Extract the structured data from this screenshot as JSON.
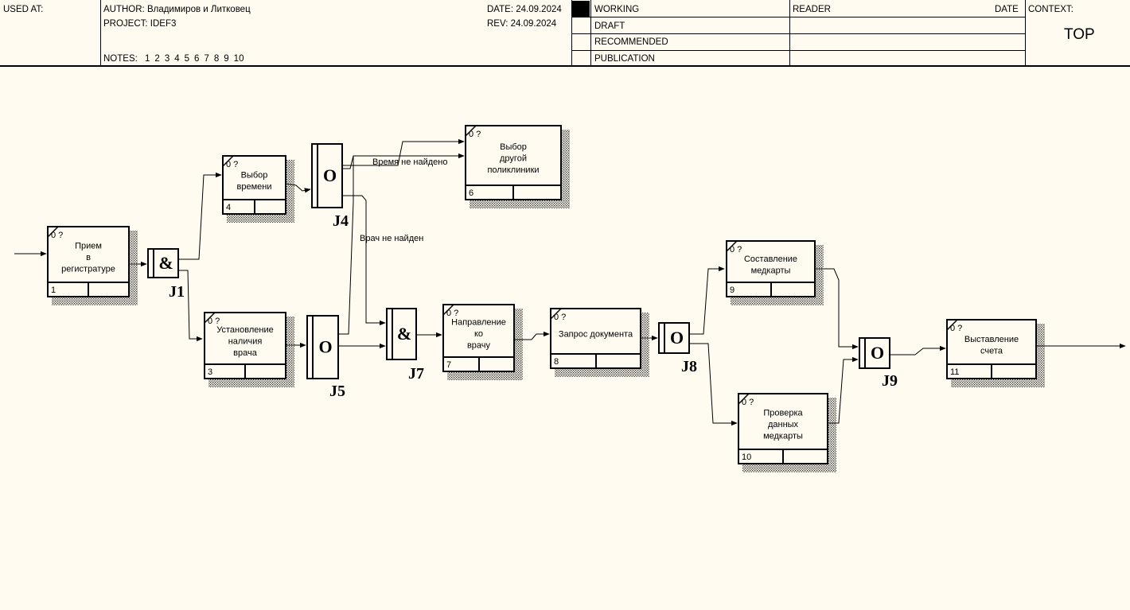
{
  "header": {
    "used_at": "USED AT:",
    "author": "AUTHOR:  Владимиров и Литковец",
    "project": "PROJECT:  IDEF3",
    "notes_label": "NOTES:",
    "notes": [
      "1",
      "2",
      "3",
      "4",
      "5",
      "6",
      "7",
      "8",
      "9",
      "10"
    ],
    "date": "DATE: 24.09.2024",
    "rev": "REV:   24.09.2024",
    "status": [
      "WORKING",
      "DRAFT",
      "RECOMMENDED",
      "PUBLICATION"
    ],
    "reader": "READER",
    "reader_date": "DATE",
    "context_label": "CONTEXT:",
    "context_value": "TOP"
  },
  "diagram": {
    "uobs": [
      {
        "id": "1",
        "corner": "0 ?",
        "lines": [
          "Прием",
          "в",
          "регистратуре"
        ],
        "number": "1"
      },
      {
        "id": "4",
        "corner": "0 ?",
        "lines": [
          "Выбор",
          "времени"
        ],
        "number": "4"
      },
      {
        "id": "3",
        "corner": "0 ?",
        "lines": [
          "Установление",
          "наличия",
          "врача"
        ],
        "number": "3"
      },
      {
        "id": "6",
        "corner": "0 ?",
        "lines": [
          "Выбор",
          "другой",
          "поликлиники"
        ],
        "number": "6"
      },
      {
        "id": "7",
        "corner": "0 ?",
        "lines": [
          "Направление",
          "ко",
          "врачу"
        ],
        "number": "7"
      },
      {
        "id": "8",
        "corner": "0 ?",
        "lines": [
          "Запрос документа"
        ],
        "number": "8"
      },
      {
        "id": "9",
        "corner": "0 ?",
        "lines": [
          "Составление",
          "медкарты"
        ],
        "number": "9"
      },
      {
        "id": "10",
        "corner": "0 ?",
        "lines": [
          "Проверка",
          "данных",
          "медкарты"
        ],
        "number": "10"
      },
      {
        "id": "11",
        "corner": "0 ?",
        "lines": [
          "Выставление",
          "счета"
        ],
        "number": "11"
      }
    ],
    "junctions": [
      {
        "id": "J1",
        "symbol": "&",
        "label": "J1"
      },
      {
        "id": "J4",
        "symbol": "O",
        "label": "J4"
      },
      {
        "id": "J5",
        "symbol": "O",
        "label": "J5"
      },
      {
        "id": "J7",
        "symbol": "&",
        "label": "J7"
      },
      {
        "id": "J8",
        "symbol": "O",
        "label": "J8"
      },
      {
        "id": "J9",
        "symbol": "O",
        "label": "J9"
      }
    ],
    "edge_labels": [
      {
        "id": "time-not-found",
        "text": "Время не найдено"
      },
      {
        "id": "doctor-not-found",
        "text": "Врач не найден"
      }
    ]
  }
}
